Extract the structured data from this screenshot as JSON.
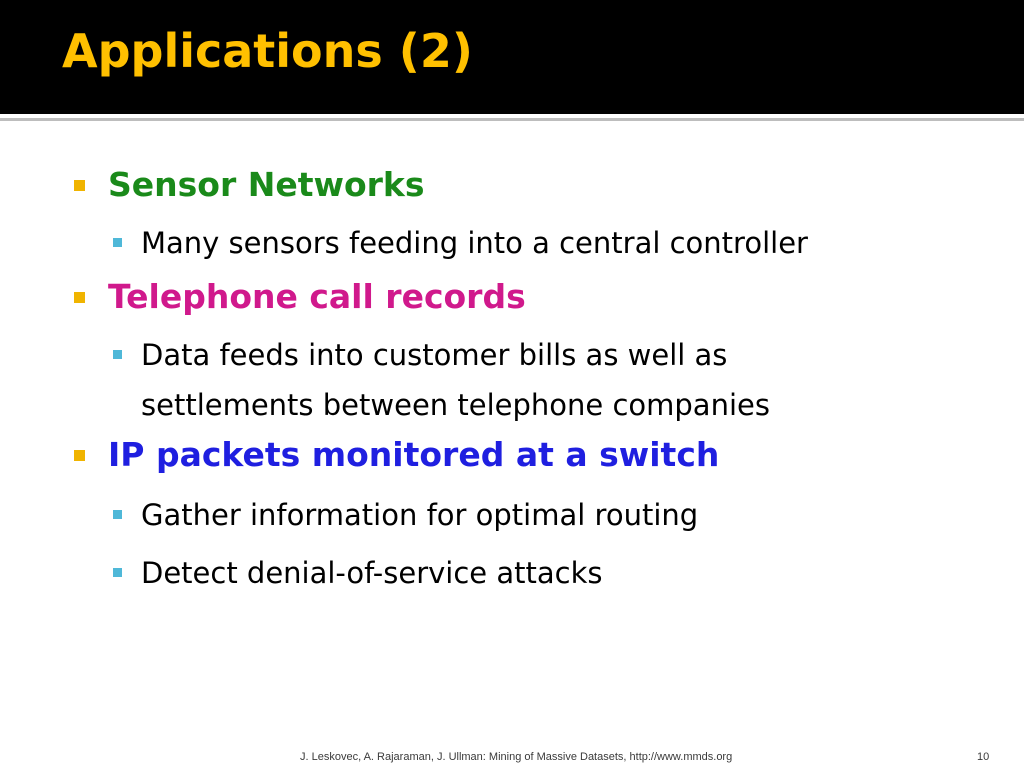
{
  "title": "Applications (2)",
  "colors": {
    "title": "#ffc000",
    "title_bar": "#000000",
    "bullet_l1": "#f0b400",
    "bullet_l2": "#4fb8d8",
    "sensor": "#1a8a1a",
    "telephone": "#d0198c",
    "ip": "#1f1fe0"
  },
  "bullets": [
    {
      "label": "Sensor Networks",
      "sub": [
        "Many sensors feeding into a central controller"
      ]
    },
    {
      "label": "Telephone call records",
      "sub": [
        {
          "line1": "Data feeds into customer bills as well as",
          "line2": "settlements between telephone companies"
        }
      ]
    },
    {
      "label": "IP packets monitored at a switch",
      "sub": [
        "Gather information for optimal routing",
        "Detect denial-of-service attacks"
      ]
    }
  ],
  "footer": {
    "citation": "J. Leskovec, A. Rajaraman, J. Ullman: Mining of Massive Datasets, http://www.mmds.org",
    "page": "10"
  }
}
